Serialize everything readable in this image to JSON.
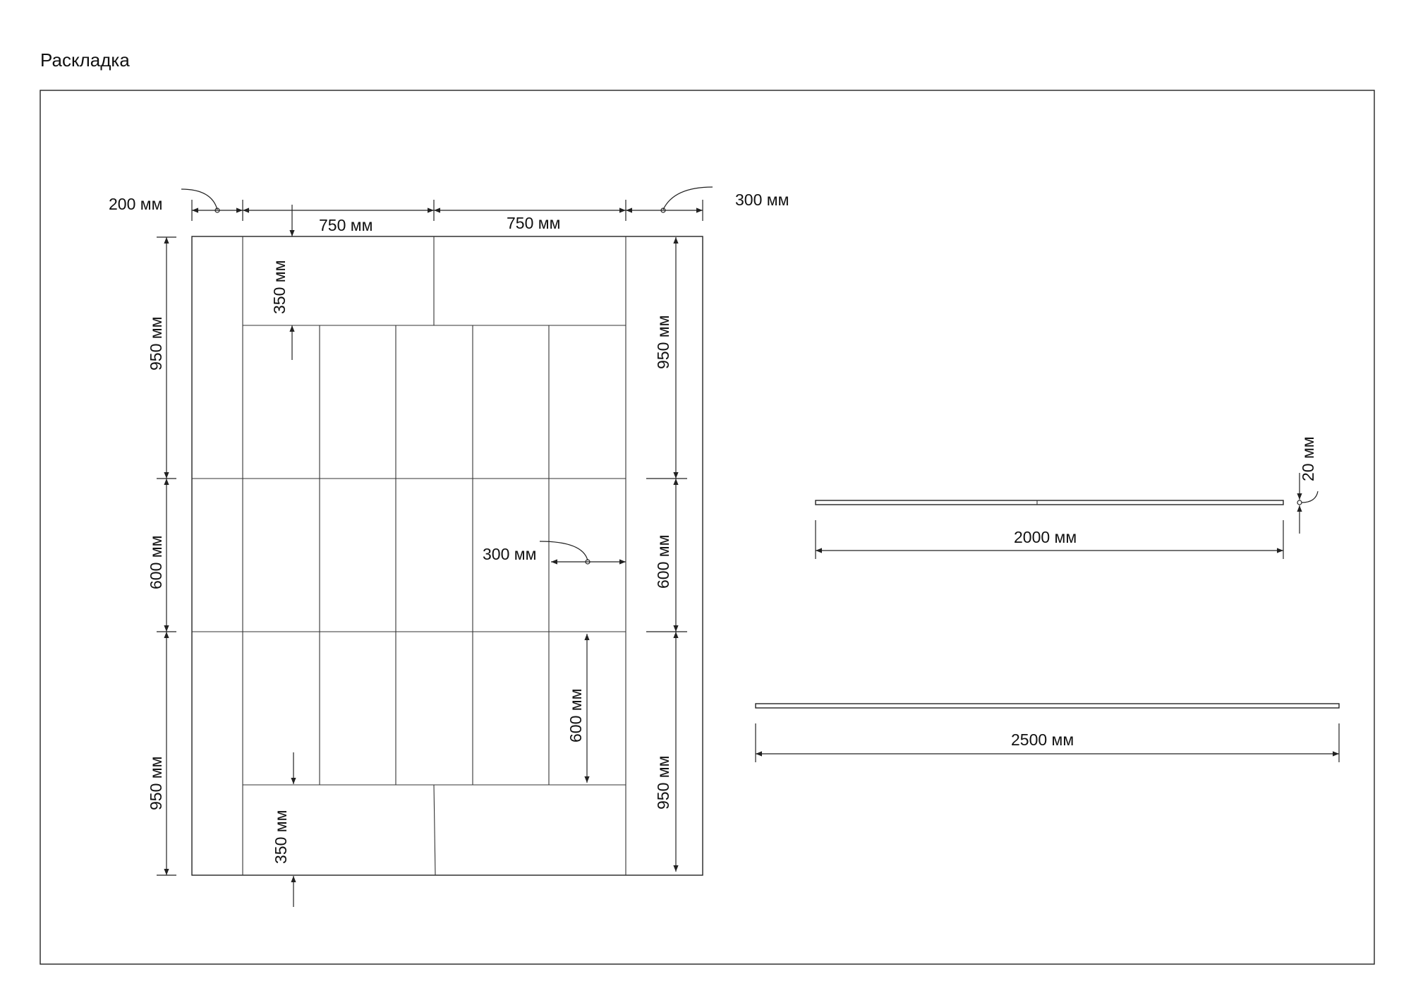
{
  "title": "Раскладка",
  "labels": {
    "left_margin": "200 мм",
    "right_margin": "300 мм",
    "top_panel_left_width": "750 мм",
    "top_panel_right_width": "750 мм",
    "top_band_height": "350 мм",
    "left_upper_height": "950 мм",
    "left_middle_height": "600 мм",
    "left_lower_height": "950 мм",
    "right_upper_height": "950 мм",
    "right_middle_height": "600 мм",
    "right_lower_height": "950 мм",
    "strip_width": "300 мм",
    "inner_panel_height": "600 мм",
    "bottom_band_height": "350 мм",
    "board_thickness": "20 мм",
    "board_short_length": "2000 мм",
    "board_long_length": "2500 мм"
  }
}
